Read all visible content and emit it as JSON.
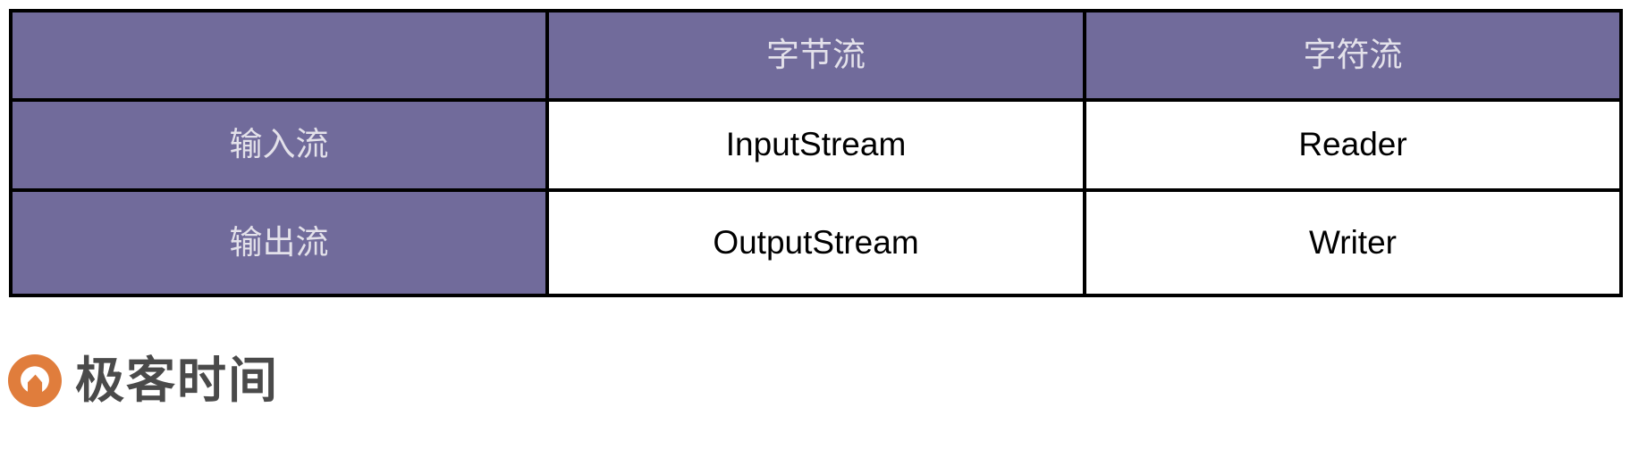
{
  "table": {
    "columns": [
      "",
      "字节流",
      "字符流"
    ],
    "rows": [
      {
        "label": "输入流",
        "byte_stream": "InputStream",
        "char_stream": "Reader"
      },
      {
        "label": "输出流",
        "byte_stream": "OutputStream",
        "char_stream": "Writer"
      }
    ],
    "colors": {
      "header_bg": "#716b9b",
      "header_text": "#e3e1ea",
      "cell_bg": "#ffffff",
      "cell_text": "#000000",
      "border": "#000000"
    }
  },
  "footer": {
    "brand_name": "极客时间",
    "brand_mark_icon": "geektime-pin-icon",
    "brand_mark_color": "#e07d3c",
    "brand_text_color": "#4a4a4a"
  }
}
